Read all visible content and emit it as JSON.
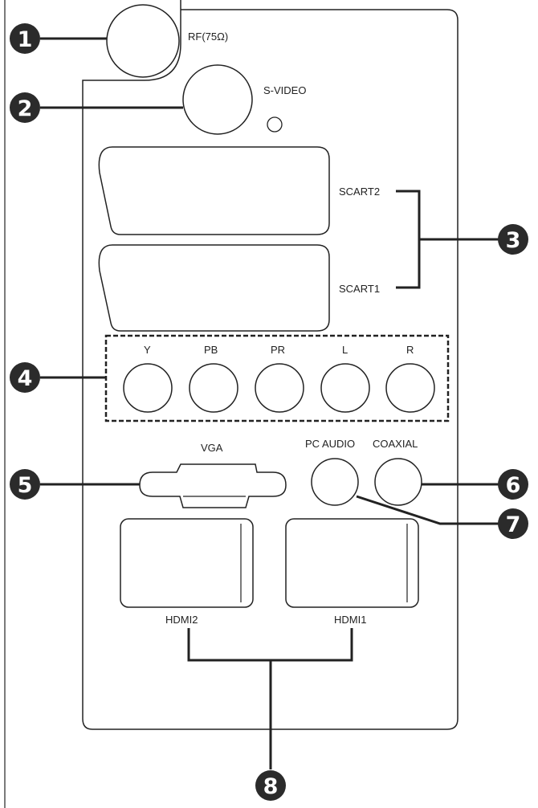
{
  "colors": {
    "line": "#222222",
    "callout": "#2b2b2b",
    "callout_text": "#ffffff",
    "background": "#ffffff"
  },
  "ports": {
    "rf": "RF(75Ω)",
    "svideo": "S-VIDEO",
    "scart2": "SCART2",
    "scart1": "SCART1",
    "component": [
      "Y",
      "PB",
      "PR",
      "L",
      "R"
    ],
    "vga": "VGA",
    "pc_audio": "PC AUDIO",
    "coaxial": "COAXIAL",
    "hdmi2": "HDMI2",
    "hdmi1": "HDMI1"
  },
  "callouts": [
    "1",
    "2",
    "3",
    "4",
    "5",
    "6",
    "7",
    "8"
  ]
}
